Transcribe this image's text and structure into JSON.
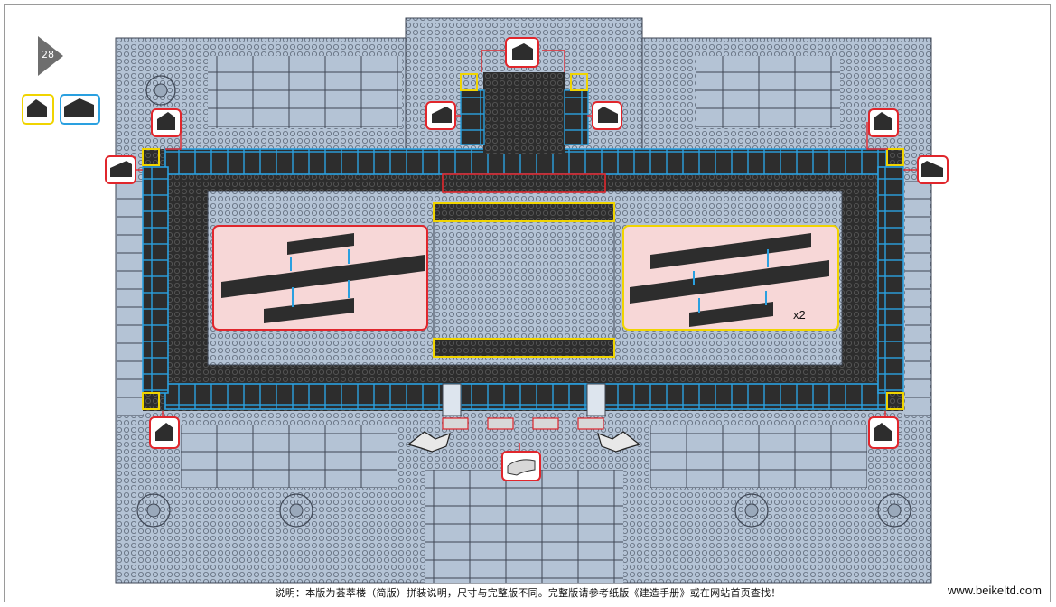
{
  "step": {
    "number": "28"
  },
  "callout_right": {
    "quantity": "x2"
  },
  "footer": {
    "note": "说明：本版为荟萃楼（简版）拼装说明，尺寸与完整版不同。完整版请参考纸版《建造手册》或在网站首页查找！",
    "website": "www.beikeltd.com"
  },
  "colors": {
    "baseplate": "#b4c3d5",
    "brick_dark": "#2d2d2d",
    "highlight_blue": "#2aa0e0",
    "highlight_yellow": "#f0d400",
    "highlight_red": "#e0262c",
    "callout_bg": "#f7d7d7"
  },
  "icons": [
    "slope-brick-icon",
    "corner-slope-icon",
    "curved-slope-icon",
    "dragon-ornament-icon"
  ]
}
